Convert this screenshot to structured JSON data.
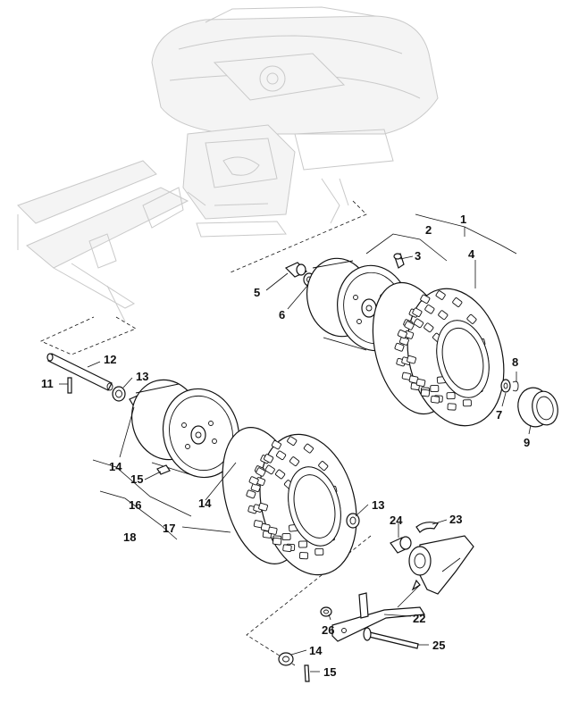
{
  "callouts": [
    {
      "id": "c1",
      "label": "1"
    },
    {
      "id": "c2",
      "label": "2"
    },
    {
      "id": "c3",
      "label": "3"
    },
    {
      "id": "c4",
      "label": "4"
    },
    {
      "id": "c5",
      "label": "5"
    },
    {
      "id": "c6",
      "label": "6"
    },
    {
      "id": "c7",
      "label": "7"
    },
    {
      "id": "c8",
      "label": "8"
    },
    {
      "id": "c9",
      "label": "9"
    },
    {
      "id": "c11",
      "label": "11"
    },
    {
      "id": "c12",
      "label": "12"
    },
    {
      "id": "c13a",
      "label": "13"
    },
    {
      "id": "c14a",
      "label": "14"
    },
    {
      "id": "c15a",
      "label": "15"
    },
    {
      "id": "c14b",
      "label": "14"
    },
    {
      "id": "c16",
      "label": "16"
    },
    {
      "id": "c13b",
      "label": "13"
    },
    {
      "id": "c17",
      "label": "17"
    },
    {
      "id": "c18",
      "label": "18"
    },
    {
      "id": "c24",
      "label": "24"
    },
    {
      "id": "c23",
      "label": "23"
    },
    {
      "id": "c22",
      "label": "22"
    },
    {
      "id": "c26",
      "label": "26"
    },
    {
      "id": "c25",
      "label": "25"
    },
    {
      "id": "c14c",
      "label": "14"
    },
    {
      "id": "c15b",
      "label": "15"
    }
  ]
}
